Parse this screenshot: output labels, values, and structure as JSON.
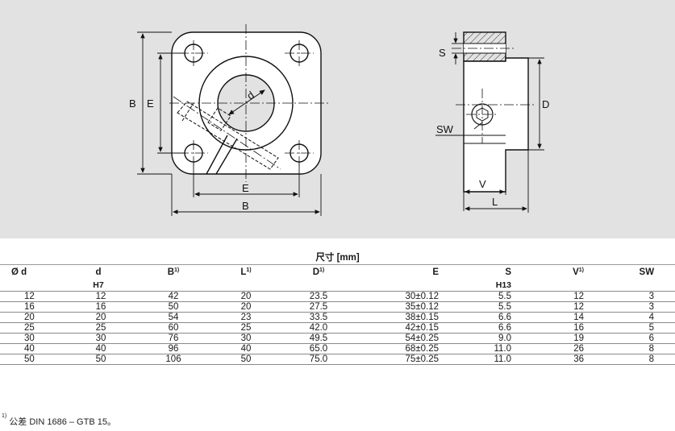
{
  "drawing": {
    "labels": {
      "B_left": "B",
      "E_left": "E",
      "d_bore": "d",
      "E_bottom": "E",
      "B_bottom": "B",
      "S": "S",
      "SW": "SW",
      "D": "D",
      "V": "V",
      "L": "L"
    }
  },
  "table": {
    "caption": "尺寸 [mm]",
    "columns": [
      {
        "name": "Ø d",
        "sup": "",
        "tol": ""
      },
      {
        "name": "d",
        "sup": "",
        "tol": "H7"
      },
      {
        "name": "B",
        "sup": "1)",
        "tol": ""
      },
      {
        "name": "L",
        "sup": "1)",
        "tol": ""
      },
      {
        "name": "D",
        "sup": "1)",
        "tol": ""
      },
      {
        "name": "E",
        "sup": "",
        "tol": ""
      },
      {
        "name": "S",
        "sup": "",
        "tol": "H13"
      },
      {
        "name": "V",
        "sup": "1)",
        "tol": ""
      },
      {
        "name": "SW",
        "sup": "",
        "tol": ""
      }
    ],
    "rows": [
      [
        "12",
        "12",
        "42",
        "20",
        "23.5",
        "30±0.12",
        "5.5",
        "12",
        "3"
      ],
      [
        "16",
        "16",
        "50",
        "20",
        "27.5",
        "35±0.12",
        "5.5",
        "12",
        "3"
      ],
      [
        "20",
        "20",
        "54",
        "23",
        "33.5",
        "38±0.15",
        "6.6",
        "14",
        "4"
      ],
      [
        "25",
        "25",
        "60",
        "25",
        "42.0",
        "42±0.15",
        "6.6",
        "16",
        "5"
      ],
      [
        "30",
        "30",
        "76",
        "30",
        "49.5",
        "54±0.25",
        "9.0",
        "19",
        "6"
      ],
      [
        "40",
        "40",
        "96",
        "40",
        "65.0",
        "68±0.25",
        "11.0",
        "26",
        "8"
      ],
      [
        "50",
        "50",
        "106",
        "50",
        "75.0",
        "75±0.25",
        "11.0",
        "36",
        "8"
      ]
    ]
  },
  "footnote": {
    "mark": "1)",
    "text": "公差 DIN 1686 – GTB 15。"
  }
}
